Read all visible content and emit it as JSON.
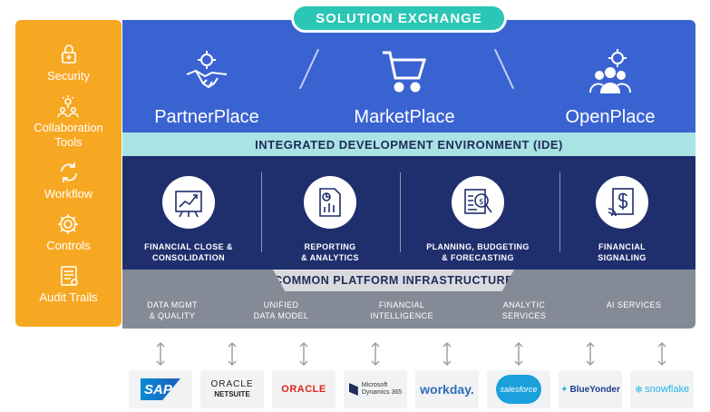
{
  "banner": {
    "title": "SOLUTION EXCHANGE"
  },
  "sidebar": {
    "items": [
      {
        "label": "Security",
        "icon": "lock-icon"
      },
      {
        "label": "Collaboration\nTools",
        "icon": "team-icon"
      },
      {
        "label": "Workflow",
        "icon": "refresh-cycle-icon"
      },
      {
        "label": "Controls",
        "icon": "gear-icon"
      },
      {
        "label": "Audit Trails",
        "icon": "document-icon"
      }
    ]
  },
  "places": [
    {
      "label": "PartnerPlace",
      "icon": "handshake-gear-icon"
    },
    {
      "label": "MarketPlace",
      "icon": "shopping-cart-icon"
    },
    {
      "label": "OpenPlace",
      "icon": "people-gear-icon"
    }
  ],
  "ide": {
    "title": "INTEGRATED DEVELOPMENT ENVIRONMENT (IDE)"
  },
  "capabilities": [
    {
      "label": "FINANCIAL CLOSE &\nCONSOLIDATION",
      "icon": "growth-chart-icon"
    },
    {
      "label": "REPORTING\n& ANALYTICS",
      "icon": "report-chart-icon"
    },
    {
      "label": "PLANNING, BUDGETING\n& FORECASTING",
      "icon": "dollar-magnifier-icon"
    },
    {
      "label": "FINANCIAL\nSIGNALING",
      "icon": "dollar-signal-icon"
    }
  ],
  "infrastructure": {
    "title": "COMMON PLATFORM INFRASTRUCTURE",
    "items": [
      {
        "label": "DATA MGMT\n& QUALITY"
      },
      {
        "label": "UNIFIED\nDATA MODEL"
      },
      {
        "label": "FINANCIAL\nINTELLIGENCE"
      },
      {
        "label": "ANALYTIC\nSERVICES"
      },
      {
        "label": "AI SERVICES"
      }
    ]
  },
  "integrations": [
    {
      "name": "SAP"
    },
    {
      "name_l1": "ORACLE",
      "name_l2": "NETSUITE"
    },
    {
      "name": "ORACLE"
    },
    {
      "name": "Microsoft\nDynamics 365"
    },
    {
      "name": "workday."
    },
    {
      "name": "salesforce"
    },
    {
      "name": "BlueYonder"
    },
    {
      "name": "snowflake"
    }
  ],
  "colors": {
    "orange": "#f7a823",
    "blue": "#3a63d2",
    "teal": "#2bc6b6",
    "light_teal": "#a9e3e4",
    "navy": "#1f2e6c",
    "grey": "#858b96"
  }
}
